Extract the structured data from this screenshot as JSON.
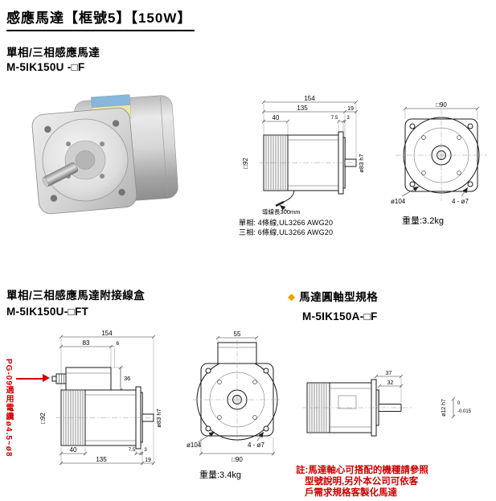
{
  "page": {
    "title": "感應馬達【框號5】【150W】"
  },
  "section1": {
    "heading": "單相/三相感應馬達",
    "model": "M-5IK150U -□F",
    "side_view": {
      "dim_total": "154",
      "dim_body": "135",
      "dim_shaft_len": "19",
      "dim_fin": "40",
      "dim_flange": "7.5",
      "dim_step": "3",
      "dim_frame": "□92",
      "dim_spigot": "ø83 h7",
      "lead_note": "導線長300mm",
      "wire_note_1": "單相: 4條線,UL3266 AWG20",
      "wire_note_2": "三相: 6條線,UL3266 AWG20"
    },
    "front_view": {
      "dim_square": "□90",
      "dim_circle": "ø104",
      "dim_holes": "4 - ø7",
      "weight": "重量:3.2kg"
    }
  },
  "section2": {
    "heading": "單相/三相感應馬達附接線盒",
    "model": "M-5IK150U-□FT",
    "cable_gland_note": "PG-09適用電纜ø4.5~ø8",
    "side_view": {
      "dim_total": "154",
      "dim_box": "83",
      "dim_box_offset": "6",
      "dim_box_height": "36",
      "dim_frame": "□92",
      "dim_spigot": "ø83 h7",
      "dim_fin": "40",
      "dim_body": "135",
      "dim_flange": "7.5",
      "dim_step": "3",
      "dim_shaft_len": "19"
    },
    "front_view": {
      "dim_box_width": "55",
      "dim_circle": "ø104",
      "dim_holes": "4 - ø7",
      "dim_square": "□90",
      "weight": "重量:3.4kg"
    }
  },
  "section3": {
    "bullet": "◆",
    "heading": "馬達圓軸型規格",
    "model": "M-5IK150A-□F",
    "drawing": {
      "dim_shaft_total": "37",
      "dim_shaft_usable": "32",
      "dim_shaft_dia": "ø12 h7",
      "tol_upper": "0",
      "tol_lower": "-0.015"
    },
    "note_1": "註:馬達軸心可搭配的機種請參照",
    "note_2": "型號說明,另外本公司可依客",
    "note_3": "戶需求規格客製化馬達"
  }
}
